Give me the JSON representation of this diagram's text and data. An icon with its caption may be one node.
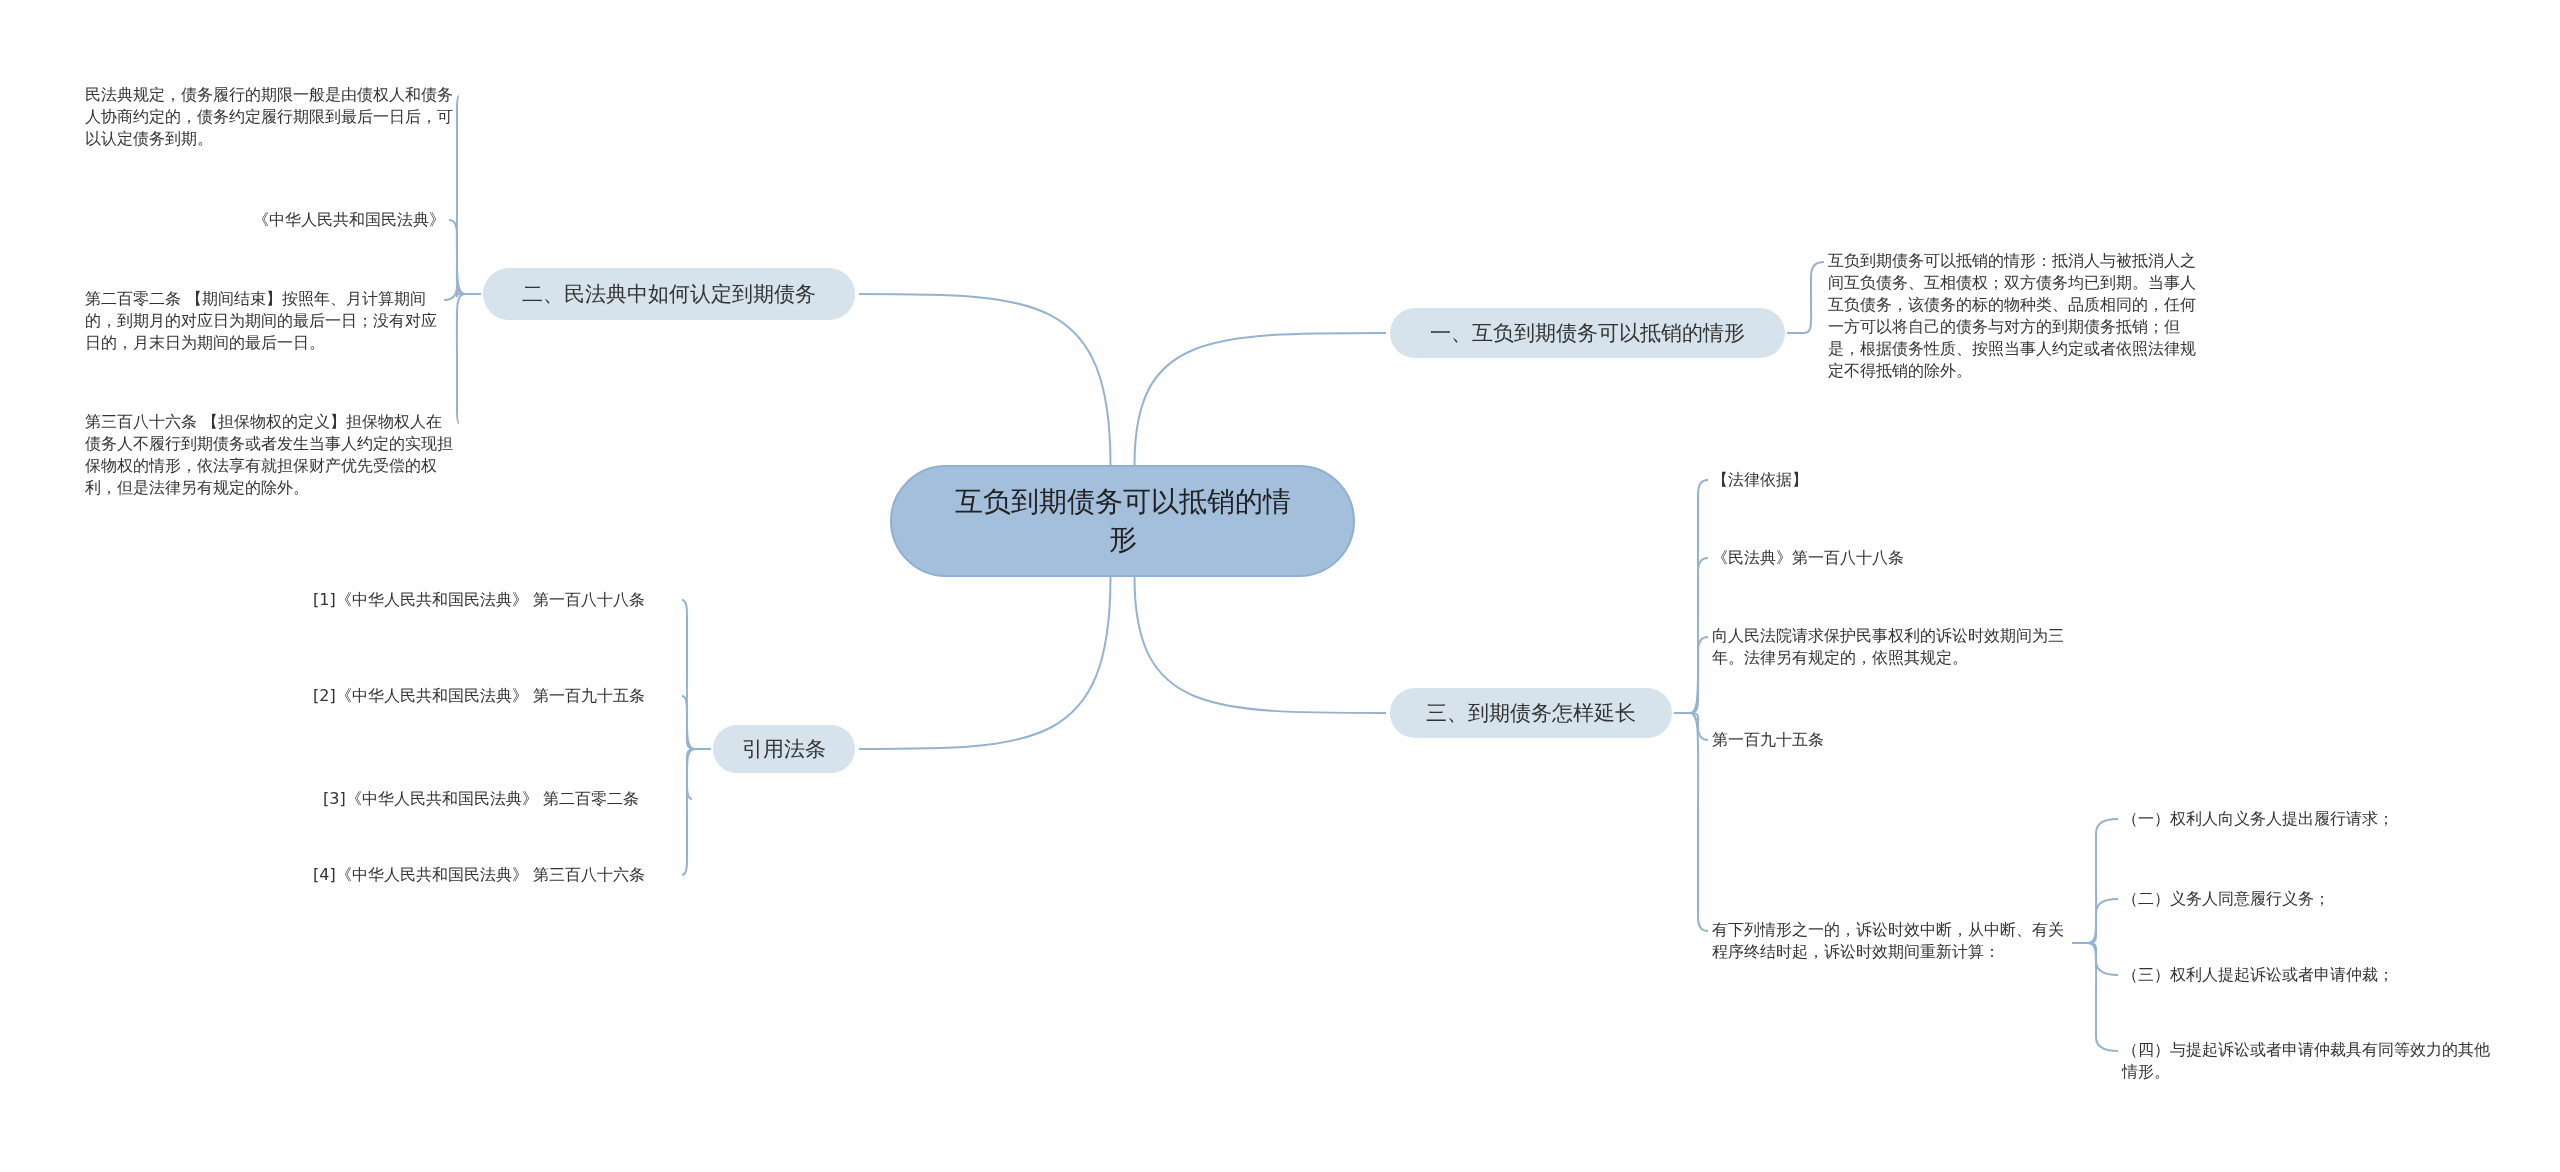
{
  "diagram": {
    "nodes": [
      {
        "text": [
          "互负到期债务可以抵销的情形"
        ]
      },
      {
        "text": [
          "一、互负到期债务可以抵销的情形"
        ]
      },
      {
        "text": [
          "互负到期债务可以抵销的情形：抵消人与被抵消人之间互负债务、互相债权；双方债务均已到期。当事人互负债务，该债务的标的物种类、品质相同的，任何一方可以将自己的债务与对方的到期债务抵销；但是，根据债务性质、按照当事人约定或者依照法律规定不得抵销的除外。"
        ]
      },
      {
        "text": [
          "二、民法典中如何认定到期债务"
        ]
      },
      {
        "text": [
          "民法典规定，债务履行的期限一般是由债权人和债务人协商约定的，债务约定履行期限到最后一日后，可以认定债务到期。"
        ]
      },
      {
        "text": [
          "《中华人民共和国民法典》"
        ]
      },
      {
        "text": [
          "第二百零二条 【期间结束】按照年、月计算期间的，到期月的对应日为期间的最后一日；没有对应日的，月末日为期间的最后一日。"
        ]
      },
      {
        "text": [
          "第三百八十六条 【担保物权的定义】担保物权人在债务人不履行到期债务或者发生当事人约定的实现担保物权的情形，依法享有就担保财产优先受偿的权利，但是法律另有规定的除外。"
        ]
      },
      {
        "text": [
          "三、到期债务怎样延长"
        ]
      },
      {
        "text": [
          "【法律依据】"
        ]
      },
      {
        "text": [
          "《民法典》第一百八十八条"
        ]
      },
      {
        "text": [
          "向人民法院请求保护民事权利的诉讼时效期间为三年。法律另有规定的，依照其规定。"
        ]
      },
      {
        "text": [
          "第一百九十五条"
        ]
      },
      {
        "text": [
          "有下列情形之一的，诉讼时效中断，从中断、有关程序终结时起，诉讼时效期间重新计算："
        ]
      },
      {
        "text": [
          "（一）权利人向义务人提出履行请求；"
        ]
      },
      {
        "text": [
          "（二）义务人同意履行义务；"
        ]
      },
      {
        "text": [
          "（三）权利人提起诉讼或者申请仲裁；"
        ]
      },
      {
        "text": [
          "（四）与提起诉讼或者申请仲裁具有同等效力的其他情形。"
        ]
      },
      {
        "text": [
          "引用法条"
        ]
      },
      {
        "text": [
          "[1]《中华人民共和国民法典》 第一百八十八条"
        ]
      },
      {
        "text": [
          "[2]《中华人民共和国民法典》 第一百九十五条"
        ]
      },
      {
        "text": [
          "[3]《中华人民共和国民法典》 第二百零二条"
        ]
      },
      {
        "text": [
          "[4]《中华人民共和国民法典》 第三百八十六条"
        ]
      }
    ],
    "edges": [
      {
        "from": 0,
        "to": 1,
        "arrow": "none"
      },
      {
        "from": 1,
        "to": 2,
        "arrow": "none"
      },
      {
        "from": 0,
        "to": 3,
        "arrow": "none"
      },
      {
        "from": 3,
        "to": 4,
        "arrow": "none"
      },
      {
        "from": 3,
        "to": 5,
        "arrow": "none"
      },
      {
        "from": 3,
        "to": 6,
        "arrow": "none"
      },
      {
        "from": 3,
        "to": 7,
        "arrow": "none"
      },
      {
        "from": 0,
        "to": 8,
        "arrow": "none"
      },
      {
        "from": 8,
        "to": 9,
        "arrow": "none"
      },
      {
        "from": 8,
        "to": 10,
        "arrow": "none"
      },
      {
        "from": 8,
        "to": 11,
        "arrow": "none"
      },
      {
        "from": 8,
        "to": 12,
        "arrow": "none"
      },
      {
        "from": 8,
        "to": 13,
        "arrow": "none"
      },
      {
        "from": 13,
        "to": 14,
        "arrow": "none"
      },
      {
        "from": 13,
        "to": 15,
        "arrow": "none"
      },
      {
        "from": 13,
        "to": 16,
        "arrow": "none"
      },
      {
        "from": 13,
        "to": 17,
        "arrow": "none"
      },
      {
        "from": 0,
        "to": 18,
        "arrow": "none"
      },
      {
        "from": 18,
        "to": 19,
        "arrow": "none"
      },
      {
        "from": 18,
        "to": 20,
        "arrow": "none"
      },
      {
        "from": 18,
        "to": 21,
        "arrow": "none"
      },
      {
        "from": 18,
        "to": 22,
        "arrow": "none"
      }
    ]
  }
}
